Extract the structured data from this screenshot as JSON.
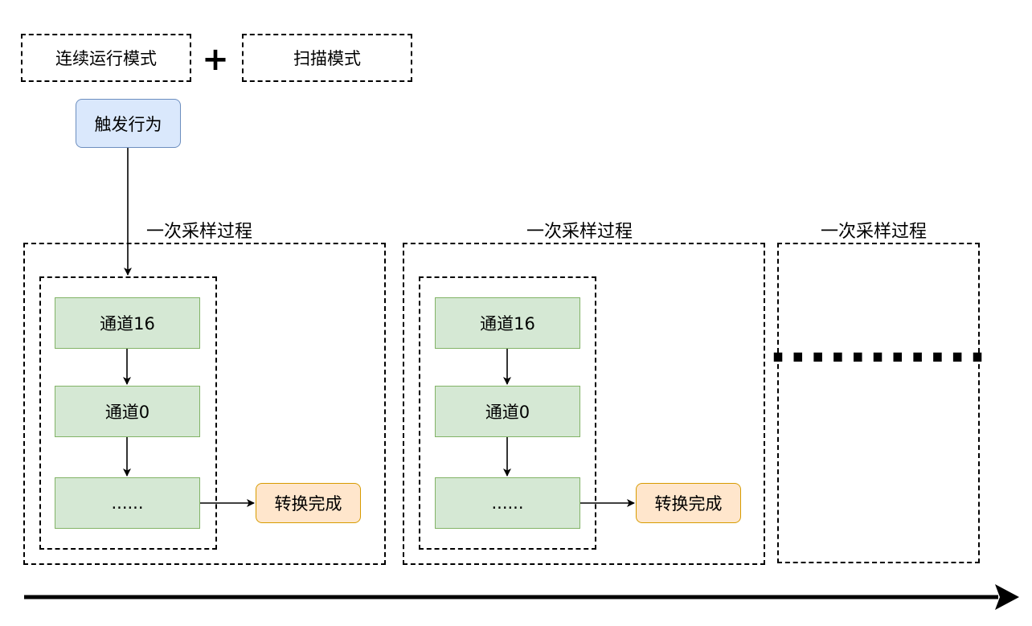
{
  "modes": {
    "continuous": "连续运行模式",
    "plus": "+",
    "scan": "扫描模式"
  },
  "trigger": "触发行为",
  "sampling_blocks": [
    {
      "label": "一次采样过程",
      "channels": [
        "通道16",
        "通道0",
        "......"
      ],
      "result": "转换完成"
    },
    {
      "label": "一次采样过程",
      "channels": [
        "通道16",
        "通道0",
        "......"
      ],
      "result": "转换完成"
    },
    {
      "label": "一次采样过程",
      "ellipsis": "..........."
    }
  ]
}
